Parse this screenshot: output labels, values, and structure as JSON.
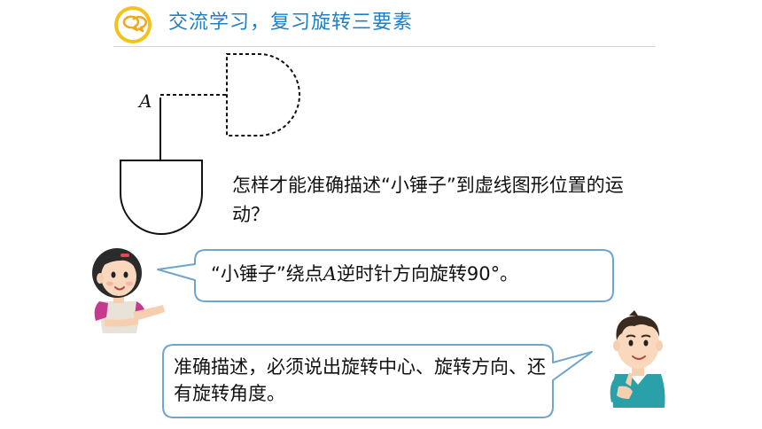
{
  "header": {
    "title": "交流学习，复习旋转三要素",
    "icon": "speech-bubble-icon",
    "accent_color": "#1f7fc4"
  },
  "figure": {
    "point_label": "A"
  },
  "question": {
    "text": "怎样才能准确描述“小锤子”到虚线图形位置的运动？"
  },
  "bubble_girl": {
    "text_before": "“小锤子”绕点",
    "point": "A",
    "text_after": "逆时针方向旋转90°。"
  },
  "bubble_boy": {
    "text": "准确描述，必须说出旋转中心、旋转方向、还有旋转角度。"
  },
  "colors": {
    "bubble_border": "#6fa5cc",
    "header_line": "#d0d6dc"
  }
}
